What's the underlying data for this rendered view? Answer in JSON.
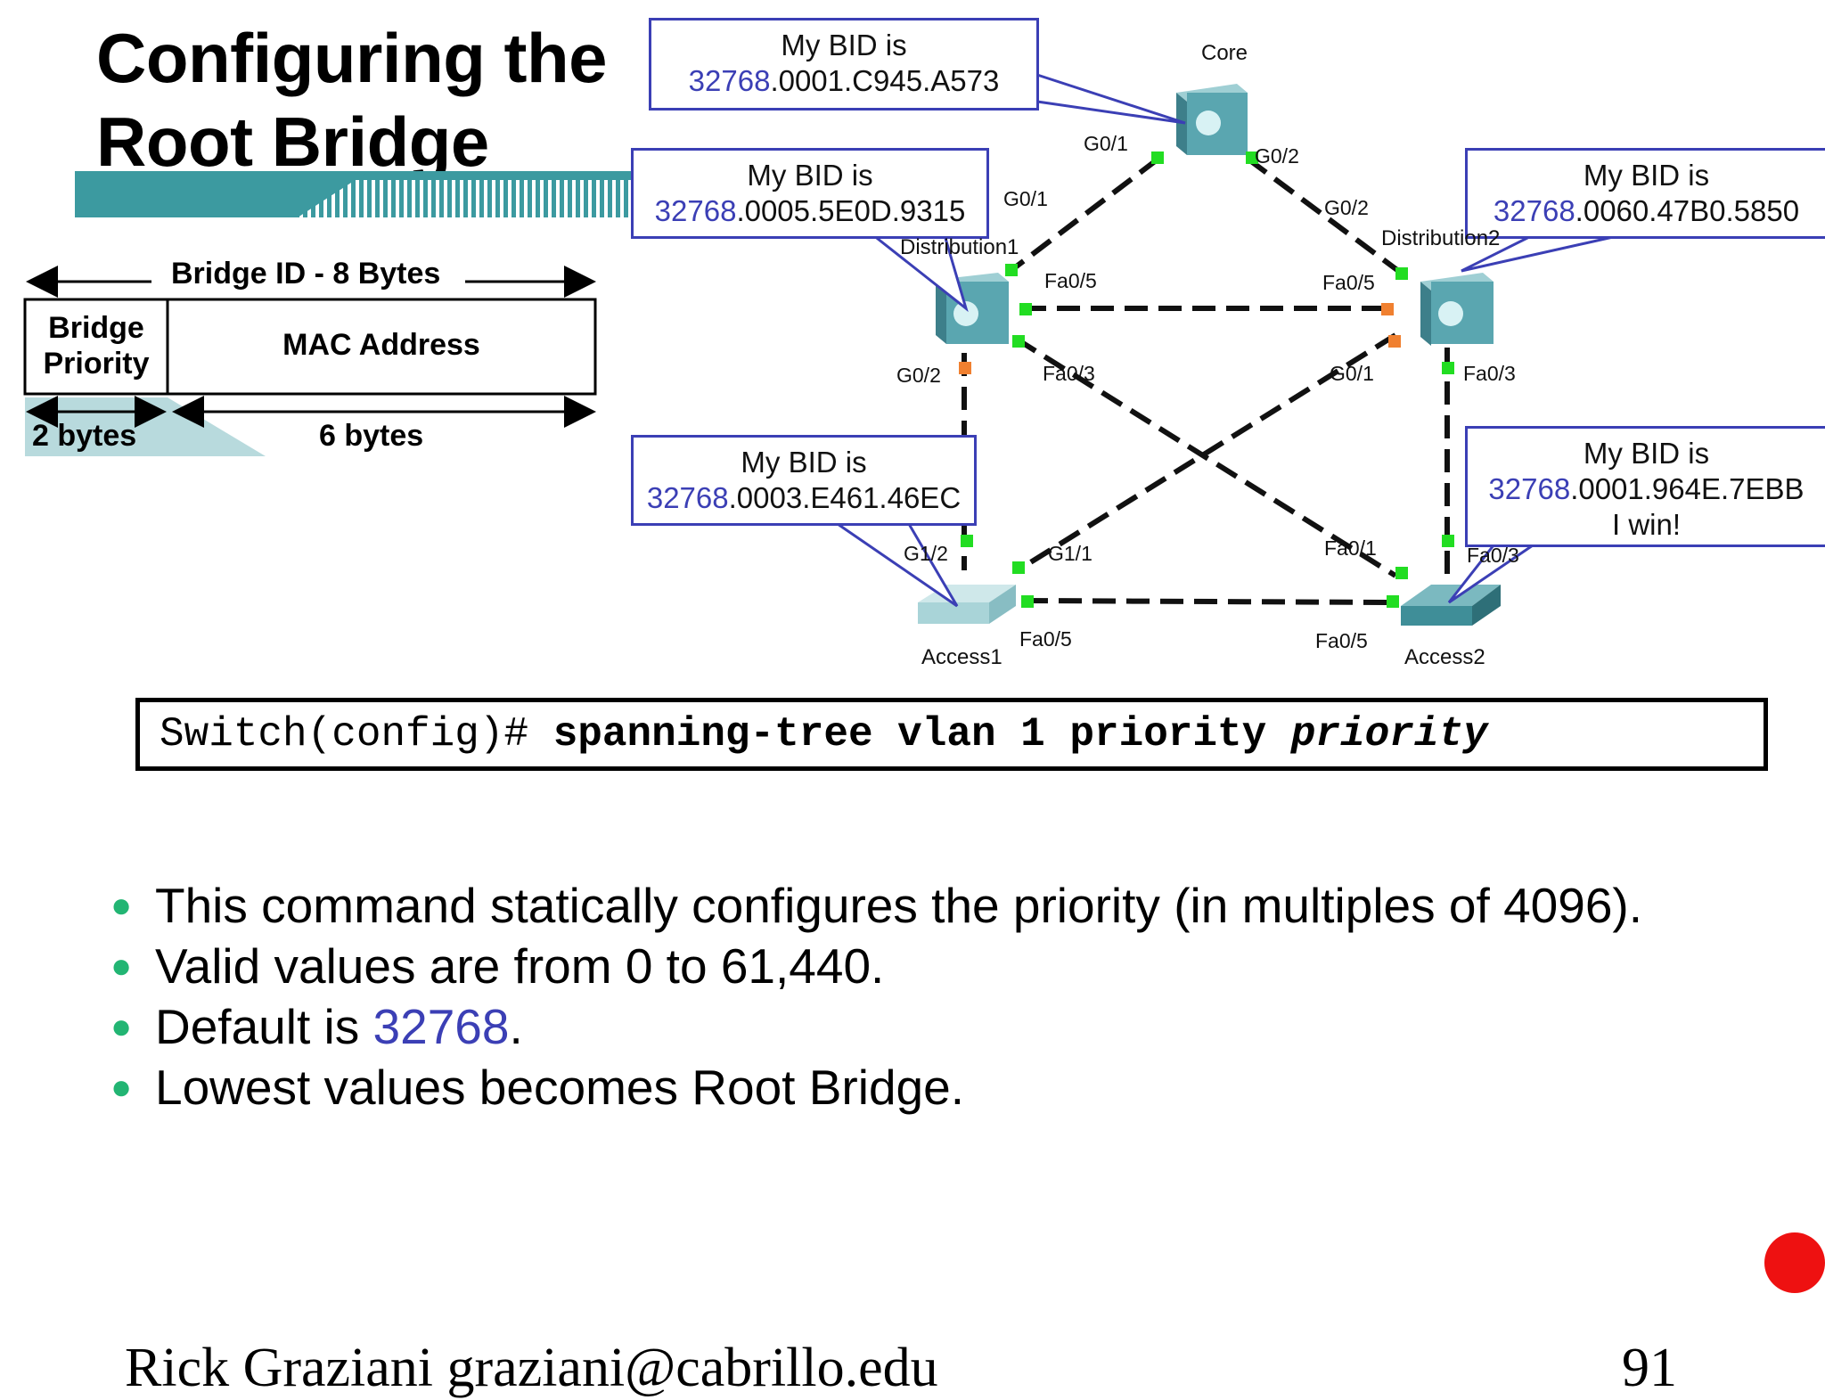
{
  "slide": {
    "title_line1": "Configuring the",
    "title_line2": "Root Bridge"
  },
  "bid_diagram": {
    "header": "Bridge ID - 8 Bytes",
    "priority_label_line1": "Bridge",
    "priority_label_line2": "Priority",
    "mac_label": "MAC Address",
    "priority_size": "2 bytes",
    "mac_size": "6 bytes"
  },
  "topology": {
    "devices": {
      "core": "Core",
      "distribution1": "Distribution1",
      "distribution2": "Distribution2",
      "access1": "Access1",
      "access2": "Access2"
    },
    "callouts": {
      "heading": "My BID is",
      "core_prio": "32768",
      "core_mac": ".0001.C945.A573",
      "dist1_prio": "32768",
      "dist1_mac": ".0005.5E0D.9315",
      "dist2_prio": "32768",
      "dist2_mac": ".0060.47B0.5850",
      "access1_prio": "32768",
      "access1_mac": ".0003.E461.46EC",
      "access2_prio": "32768",
      "access2_mac": ".0001.964E.7EBB",
      "access2_note": "I win!"
    },
    "ports": {
      "core_g01": "G0/1",
      "core_g02": "G0/2",
      "dist1_g01": "G0/1",
      "dist1_fa05": "Fa0/5",
      "dist1_g02": "G0/2",
      "dist1_fa03": "Fa0/3",
      "dist2_g02": "G0/2",
      "dist2_fa05": "Fa0/5",
      "dist2_g01": "G0/1",
      "dist2_fa03": "Fa0/3",
      "acc1_g12": "G1/2",
      "acc1_g11": "G1/1",
      "acc1_fa05": "Fa0/5",
      "acc2_fa01": "Fa0/1",
      "acc2_fa03": "Fa0/3",
      "acc2_fa05": "Fa0/5"
    },
    "colors": {
      "callout_border": "#3b3fb5",
      "link": "#111111",
      "port_forwarding": "#22dd22",
      "port_blocking": "#f08030"
    }
  },
  "command": {
    "prompt": "Switch(config)#",
    "keywords": "spanning-tree vlan 1 priority",
    "argument": "priority"
  },
  "bullets": [
    {
      "text": "This command statically configures the priority (in multiples of 4096)."
    },
    {
      "text": "Valid values are from 0 to 61,440."
    },
    {
      "pre": "Default is ",
      "accent": "32768",
      "post": "."
    },
    {
      "text": "Lowest values becomes Root Bridge."
    }
  ],
  "footer": {
    "author": "Rick Graziani  graziani@cabrillo.edu",
    "page": "91"
  }
}
